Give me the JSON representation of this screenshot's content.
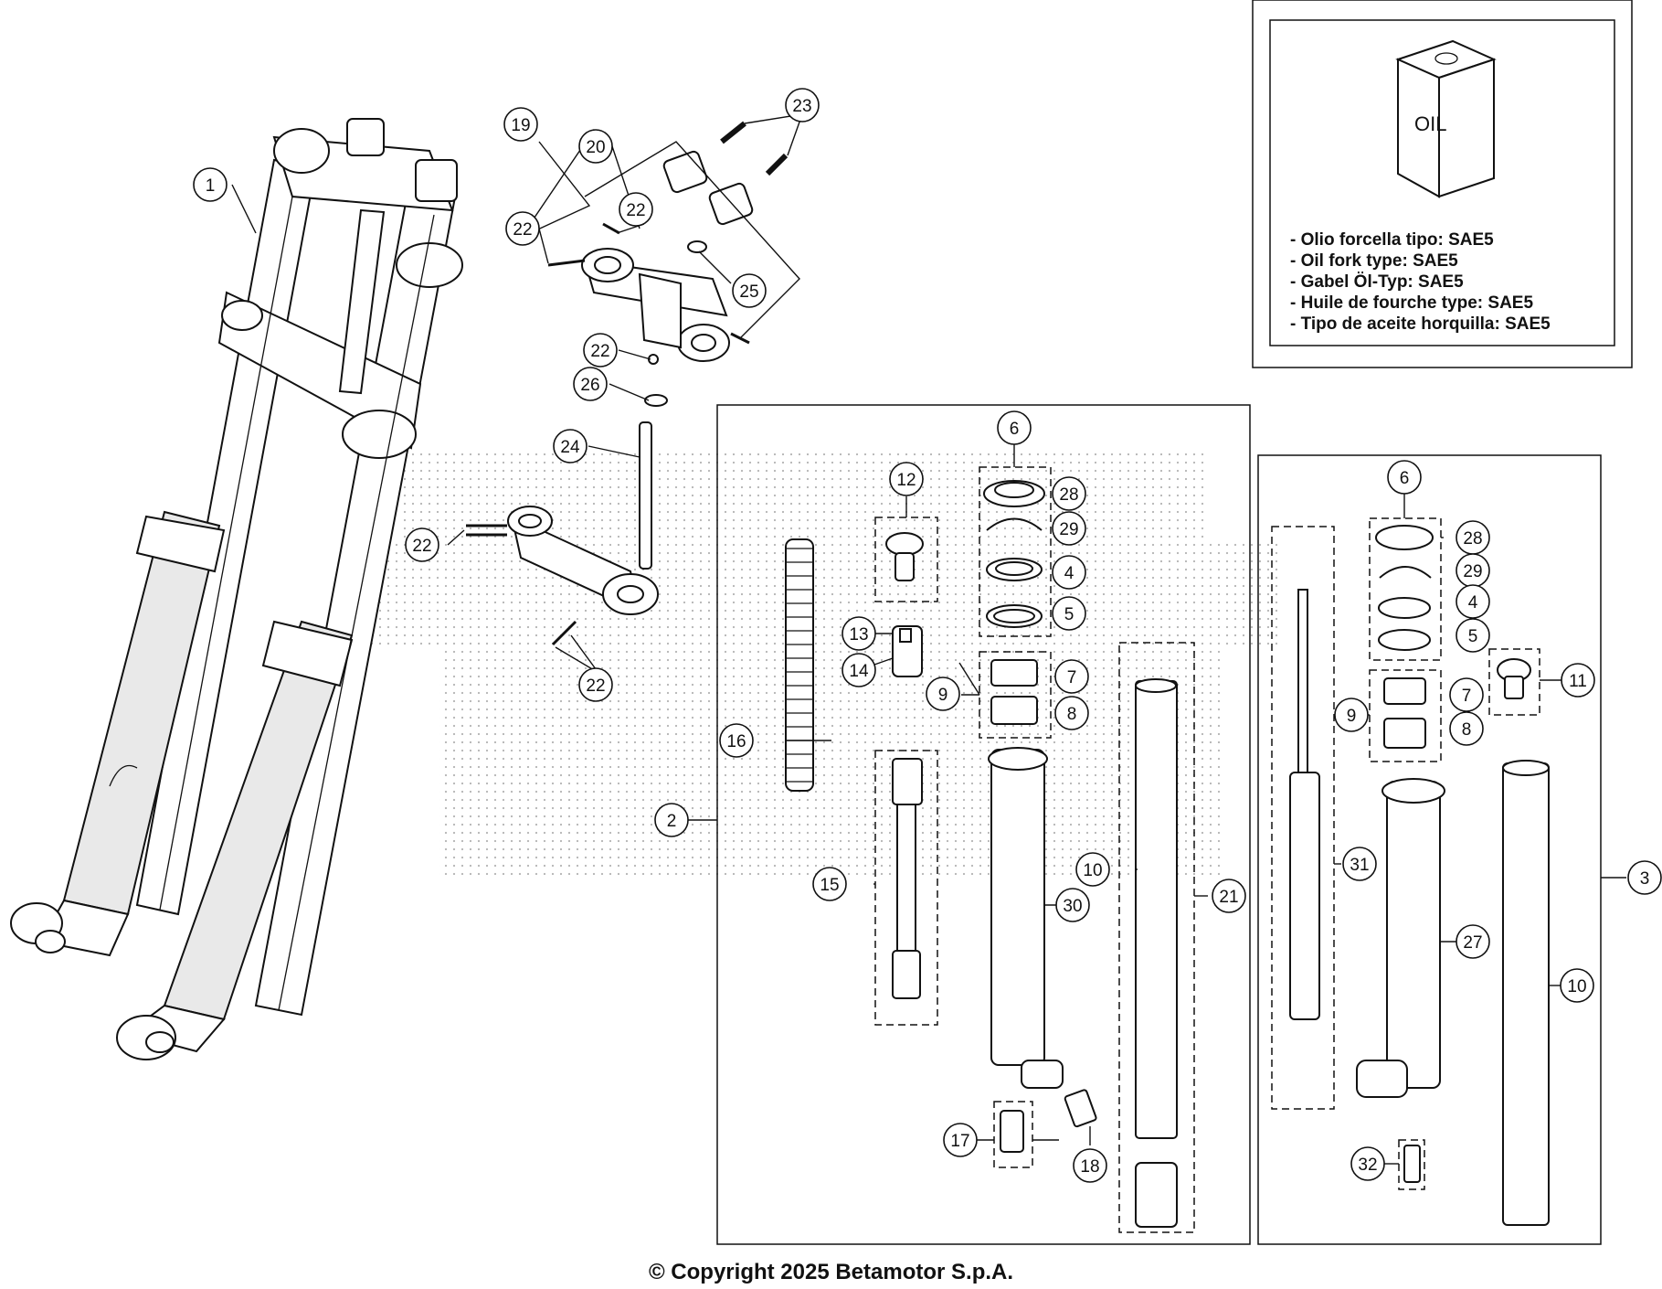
{
  "callouts": [
    {
      "id": "c1",
      "label": "1"
    },
    {
      "id": "c19",
      "label": "19"
    },
    {
      "id": "c20",
      "label": "20"
    },
    {
      "id": "c23",
      "label": "23"
    },
    {
      "id": "c22a",
      "label": "22"
    },
    {
      "id": "c22b",
      "label": "22"
    },
    {
      "id": "c25",
      "label": "25"
    },
    {
      "id": "c22c",
      "label": "22"
    },
    {
      "id": "c26",
      "label": "26"
    },
    {
      "id": "c24",
      "label": "24"
    },
    {
      "id": "c22d",
      "label": "22"
    },
    {
      "id": "c22e",
      "label": "22"
    },
    {
      "id": "c2",
      "label": "2"
    },
    {
      "id": "c6a",
      "label": "6"
    },
    {
      "id": "c12",
      "label": "12"
    },
    {
      "id": "c28a",
      "label": "28"
    },
    {
      "id": "c29a",
      "label": "29"
    },
    {
      "id": "c4a",
      "label": "4"
    },
    {
      "id": "c5a",
      "label": "5"
    },
    {
      "id": "c13",
      "label": "13"
    },
    {
      "id": "c14",
      "label": "14"
    },
    {
      "id": "c9a",
      "label": "9"
    },
    {
      "id": "c7a",
      "label": "7"
    },
    {
      "id": "c8a",
      "label": "8"
    },
    {
      "id": "c16",
      "label": "16"
    },
    {
      "id": "c15",
      "label": "15"
    },
    {
      "id": "c10a",
      "label": "10"
    },
    {
      "id": "c30",
      "label": "30"
    },
    {
      "id": "c21",
      "label": "21"
    },
    {
      "id": "c17",
      "label": "17"
    },
    {
      "id": "c18",
      "label": "18"
    },
    {
      "id": "c6b",
      "label": "6"
    },
    {
      "id": "c28b",
      "label": "28"
    },
    {
      "id": "c29b",
      "label": "29"
    },
    {
      "id": "c4b",
      "label": "4"
    },
    {
      "id": "c5b",
      "label": "5"
    },
    {
      "id": "c11",
      "label": "11"
    },
    {
      "id": "c9b",
      "label": "9"
    },
    {
      "id": "c7b",
      "label": "7"
    },
    {
      "id": "c8b",
      "label": "8"
    },
    {
      "id": "c3",
      "label": "3"
    },
    {
      "id": "c31",
      "label": "31"
    },
    {
      "id": "c27",
      "label": "27"
    },
    {
      "id": "c10b",
      "label": "10"
    },
    {
      "id": "c32",
      "label": "32"
    }
  ],
  "oil_box": {
    "can_label": "OIL",
    "lines": [
      "- Olio forcella tipo: SAE5",
      "- Oil fork type: SAE5",
      "- Gabel Öl-Typ: SAE5",
      "- Huile de fourche type: SAE5",
      "- Tipo de aceite horquilla: SAE5"
    ]
  },
  "copyright": "© Copyright 2025 Betamotor S.p.A."
}
